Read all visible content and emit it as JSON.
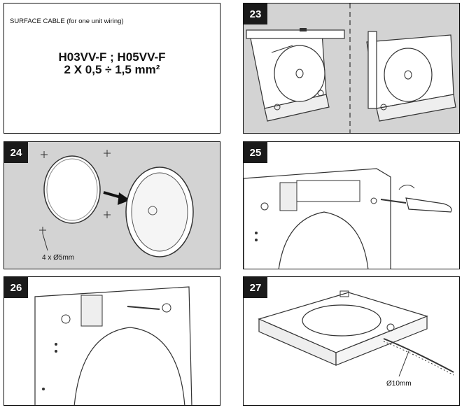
{
  "cable_panel": {
    "title": "SURFACE CABLE (for one unit wiring)",
    "spec_line1": "H03VV-F ; H05VV-F",
    "spec_line2": "2 X 0,5 ÷ 1,5 mm²"
  },
  "steps": [
    {
      "number": "23"
    },
    {
      "number": "24",
      "label": "4 x Ø5mm"
    },
    {
      "number": "25"
    },
    {
      "number": "26"
    },
    {
      "number": "27",
      "label": "Ø10mm"
    }
  ]
}
